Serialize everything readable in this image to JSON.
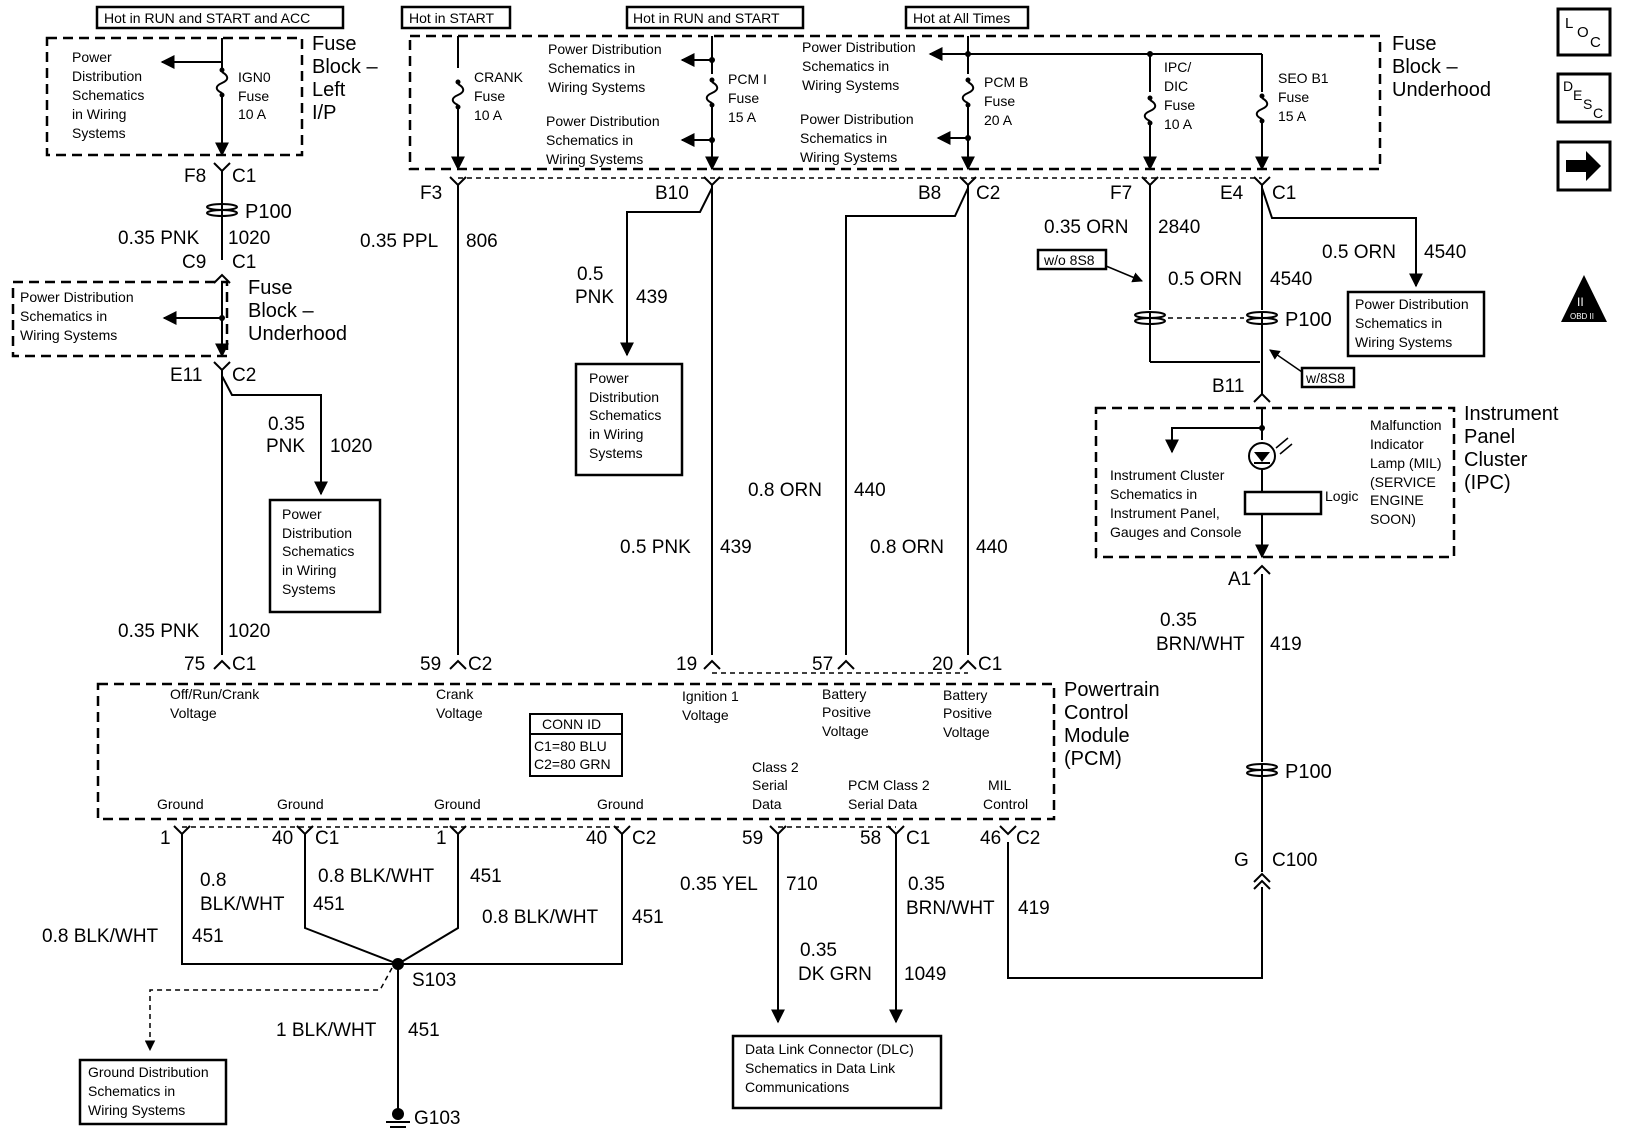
{
  "headers": {
    "h1": "Hot in RUN and START and ACC",
    "h2": "Hot in START",
    "h3": "Hot in RUN and START",
    "h4": "Hot at All Times"
  },
  "fuse_blocks": {
    "left_ip": [
      "Fuse",
      "Block –",
      "Left",
      "I/P"
    ],
    "underhood_top": [
      "Fuse",
      "Block –",
      "Underhood"
    ],
    "underhood_mid": [
      "Fuse",
      "Block –",
      "Underhood"
    ]
  },
  "fuses": {
    "ign0": [
      "IGN0",
      "Fuse",
      "10 A"
    ],
    "crank": [
      "CRANK",
      "Fuse",
      "10 A"
    ],
    "pcm_i": [
      "PCM I",
      "Fuse",
      "15 A"
    ],
    "pcm_b": [
      "PCM B",
      "Fuse",
      "20 A"
    ],
    "ipc_dic": [
      "IPC/",
      "DIC",
      "Fuse",
      "10 A"
    ],
    "seo_b1": [
      "SEO B1",
      "Fuse",
      "15 A"
    ]
  },
  "refs": {
    "pds_lines": [
      "Power Distribution",
      "Schematics in",
      "Wiring Systems"
    ],
    "pds_left": [
      "Power",
      "Distribution",
      "Schematics",
      "in Wiring",
      "Systems"
    ],
    "pds_box": [
      "Power",
      "Distribution",
      "Schematics",
      "in Wiring",
      "Systems"
    ],
    "gnd_box": [
      "Ground Distribution",
      "Schematics in",
      "Wiring Systems"
    ],
    "dlc_box": [
      "Data Link Connector (DLC)",
      "Schematics in Data Link",
      "Communications"
    ],
    "ipc_ref": [
      "Instrument Cluster",
      "Schematics in",
      "Instrument Panel,",
      "Gauges and Console"
    ]
  },
  "connectors": {
    "f8": "F8",
    "c1": "C1",
    "c2": "C2",
    "p100": "P100",
    "c9": "C9",
    "e11": "E11",
    "f3": "F3",
    "b10": "B10",
    "b8": "B8",
    "f7": "F7",
    "e4": "E4",
    "b11": "B11",
    "a1": "A1",
    "g": "G",
    "c100": "C100",
    "s103": "S103",
    "g103": "G103",
    "wo_8s8": "w/o 8S8",
    "w_8s8": "w/8S8"
  },
  "wires": {
    "pnk035": "0.35 PNK",
    "c1020": "1020",
    "ppl": "0.35 PPL",
    "c806": "806",
    "pnk05_a": "0.5",
    "pnk05_b": "PNK",
    "c439": "439",
    "pnk05": "0.5 PNK",
    "orn08": "0.8 ORN",
    "c440": "440",
    "orn035": "0.35 ORN",
    "c2840": "2840",
    "orn05": "0.5 ORN",
    "c4540": "4540",
    "pnk035_a": "0.35",
    "pnk035_b": "PNK",
    "bw08_a": "0.8",
    "bw08_b": "BLK/WHT",
    "bw08": "0.8 BLK/WHT",
    "c451": "451",
    "bw1": "1 BLK/WHT",
    "yel": "0.35 YEL",
    "c710": "710",
    "dkgrn_a": "0.35",
    "dkgrn_b": "DK GRN",
    "c1049": "1049",
    "brn_a": "0.35",
    "brn_b": "BRN/WHT",
    "c419": "419"
  },
  "pins": {
    "p75": "75",
    "p59": "59",
    "p19": "19",
    "p57": "57",
    "p20": "20",
    "p1": "1",
    "p40": "40",
    "p58": "58",
    "p46": "46"
  },
  "pcm": {
    "title": [
      "Powertrain",
      "Control",
      "Module",
      "(PCM)"
    ],
    "in_offrun": [
      "Off/Run/Crank",
      "Voltage"
    ],
    "in_crank": [
      "Crank",
      "Voltage"
    ],
    "in_ign": [
      "Ignition 1",
      "Voltage"
    ],
    "in_bat": [
      "Battery",
      "Positive",
      "Voltage"
    ],
    "ground": "Ground",
    "class2": [
      "Class 2",
      "Serial",
      "Data"
    ],
    "pcm_class2": [
      "PCM Class 2",
      "Serial Data"
    ],
    "mil": [
      "MIL",
      "Control"
    ],
    "connid": [
      "CONN ID",
      "C1=80 BLU",
      "C2=80 GRN"
    ]
  },
  "ipc": {
    "title": [
      "Instrument",
      "Panel",
      "Cluster",
      "(IPC)"
    ],
    "mil_text": [
      "Malfunction",
      "Indicator",
      "Lamp (MIL)",
      "(SERVICE",
      "ENGINE",
      "SOON)"
    ],
    "logic": "Logic"
  },
  "nav": {
    "loc": [
      "L",
      "O",
      "C"
    ],
    "desc": [
      "D",
      "E",
      "S",
      "C"
    ],
    "arrow": "→",
    "obd": "OBD II",
    "obd_numeral": "II"
  }
}
